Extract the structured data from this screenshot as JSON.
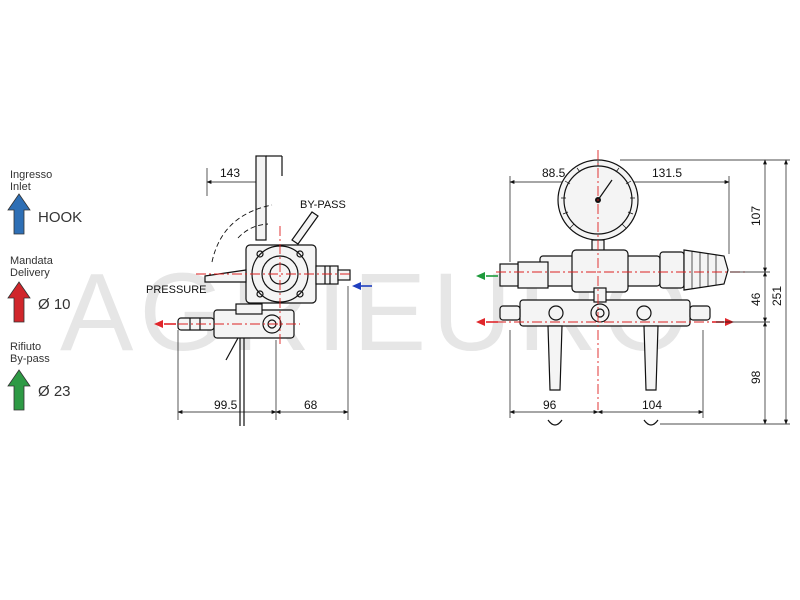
{
  "watermark": "AGRIEURO",
  "legend": [
    {
      "line1": "Ingresso",
      "line2": "Inlet",
      "value": "HOOK",
      "color": "#2e6fb5"
    },
    {
      "line1": "Mandata",
      "line2": "Delivery",
      "value": "Ø 10",
      "color": "#d0262b"
    },
    {
      "line1": "Rifiuto",
      "line2": "By-pass",
      "value": "Ø 23",
      "color": "#2e9a45"
    }
  ],
  "side_view": {
    "dim_top": "143",
    "dim_bottom_left": "99.5",
    "dim_bottom_right": "68",
    "label_bypass": "BY-PASS",
    "label_pressure": "PRESSURE"
  },
  "front_view": {
    "dim_top_left": "88.5",
    "dim_top_right": "131.5",
    "dim_bottom_left": "96",
    "dim_bottom_right": "104",
    "dim_right_1": "107",
    "dim_right_2": "46",
    "dim_right_3": "98",
    "dim_total": "251"
  },
  "arrow_colors": {
    "inlet": "#1f3fbf",
    "delivery": "#e0262b",
    "bypass": "#1e9a3c"
  }
}
